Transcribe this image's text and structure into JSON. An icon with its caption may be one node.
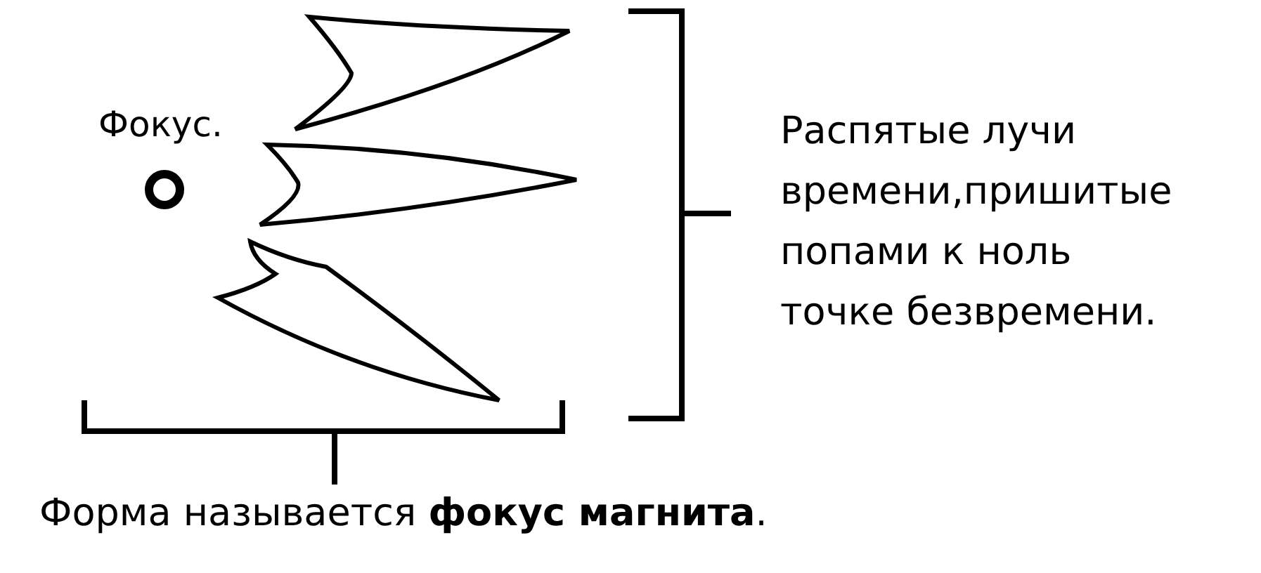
{
  "diagram": {
    "nodes": [
      {
        "text": [
          "Фокус."
        ]
      }
    ],
    "labels": [
      "Распятые лучи времени,пришитые попами к ноль точке безвремени.",
      "Форма называется **фокус магнита**."
    ]
  }
}
